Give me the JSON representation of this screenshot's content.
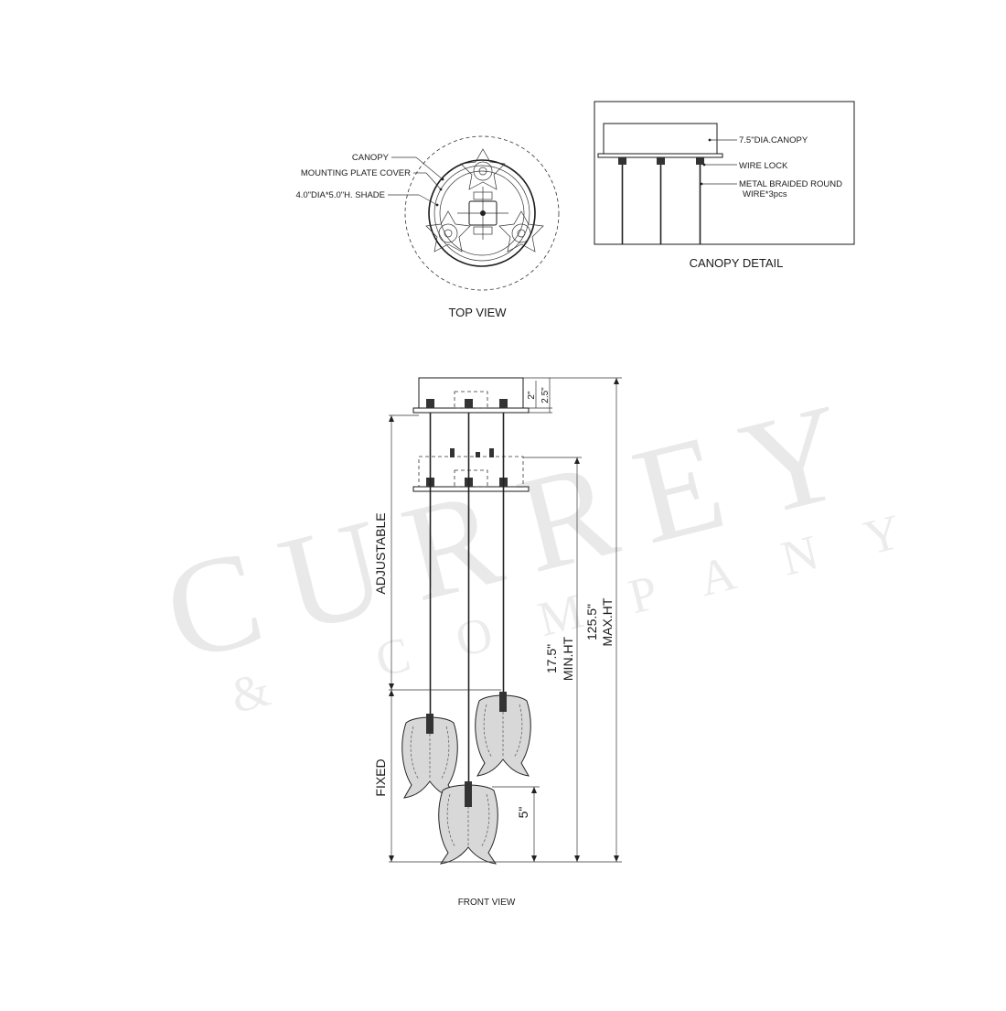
{
  "watermark": {
    "brand": "CURREY",
    "sub": "& COMPANY"
  },
  "top_view": {
    "caption": "TOP VIEW",
    "callouts": {
      "canopy": "CANOPY",
      "mounting_plate": "MOUNTING PLATE COVER",
      "shade": "4.0\"DIA*5.0\"H. SHADE"
    }
  },
  "canopy_detail": {
    "caption": "CANOPY DETAIL",
    "callouts": {
      "canopy_dia": "7.5\"DIA.CANOPY",
      "wire_lock": "WIRE LOCK",
      "wire_line1": "METAL BRAIDED ROUND",
      "wire_line2": "WIRE*3pcs"
    }
  },
  "front_view": {
    "caption": "FRONT VIEW",
    "labels": {
      "adjustable": "ADJUSTABLE",
      "fixed": "FIXED",
      "min_value": "17.5\"",
      "min_label": "MIN.HT",
      "max_value": "125.5\"",
      "max_label": "MAX.HT",
      "canopy_height": "2\"",
      "canopy_total": "2.5\"",
      "shade_height": "5\""
    }
  }
}
